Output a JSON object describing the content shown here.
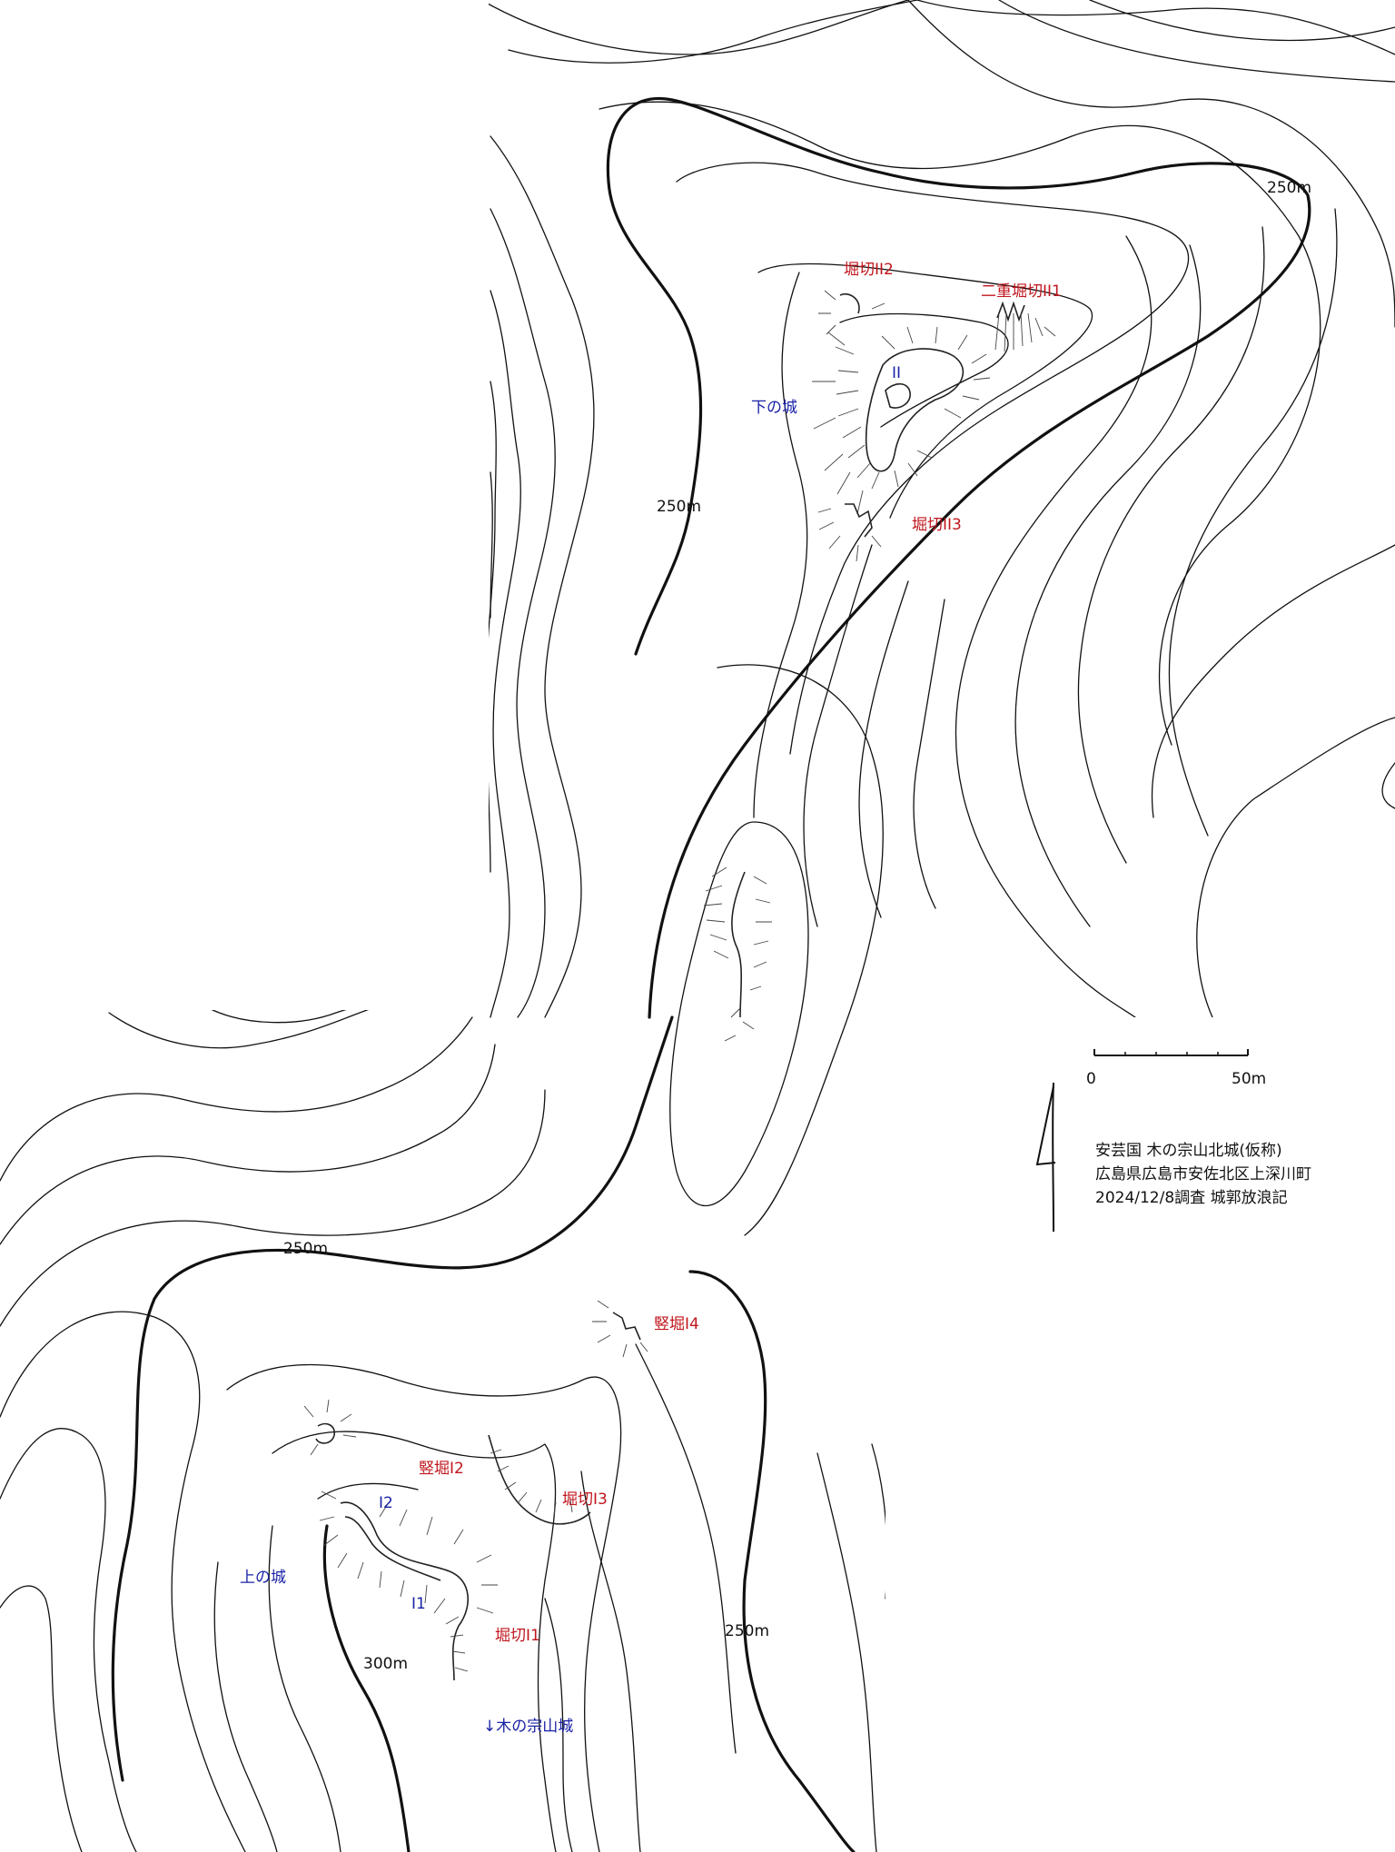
{
  "map": {
    "features": {
      "lower_castle": "下の城",
      "upper_castle": "上の城",
      "enclosure_II": "II",
      "enclosure_I1": "I1",
      "enclosure_I2": "I2",
      "kiri_II2": "堀切II2",
      "double_kiri_II1": "二重堀切II1",
      "kiri_II3": "堀切II3",
      "tate_I4": "竪堀I4",
      "tate_I2": "竪堀I2",
      "kiri_I3": "堀切I3",
      "kiri_I1": "堀切I1",
      "to_main_castle": "↓木の宗山城"
    },
    "elevations": {
      "e250_a": "250m",
      "e250_b": "250m",
      "e250_c": "250m",
      "e250_d": "250m",
      "e300": "300m"
    },
    "scale_bar": {
      "start": "0",
      "end": "50m"
    },
    "caption": {
      "line1": "安芸国 木の宗山北城(仮称)",
      "line2": "広島県広島市安佐北区上深川町",
      "line3": "2024/12/8調査 城郭放浪記"
    },
    "colors": {
      "red_labels": "#c0161d",
      "blue_labels": "#1a23a6",
      "contours": "#111111"
    }
  }
}
